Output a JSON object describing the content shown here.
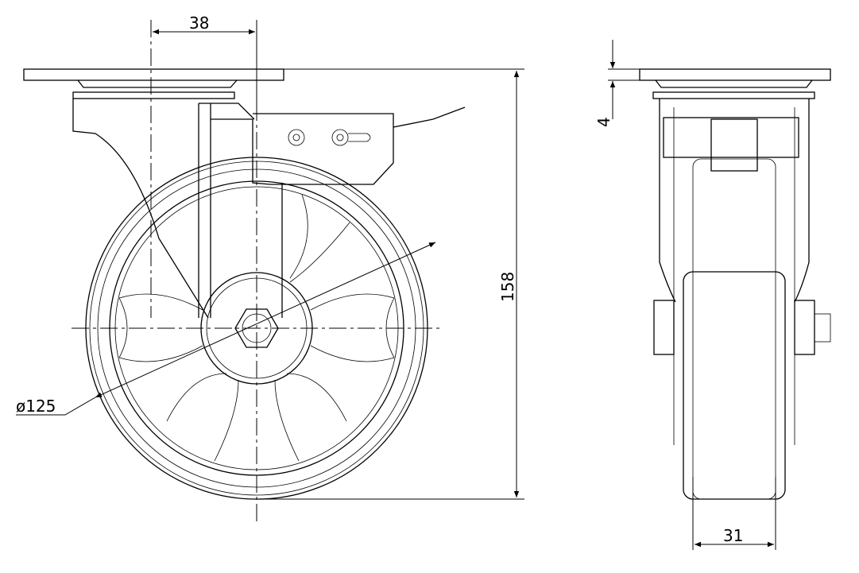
{
  "drawing": {
    "dimensions": {
      "offset": "38",
      "height": "158",
      "wheel_diameter": "ø125",
      "plate_thickness": "4",
      "wheel_width": "31"
    }
  }
}
